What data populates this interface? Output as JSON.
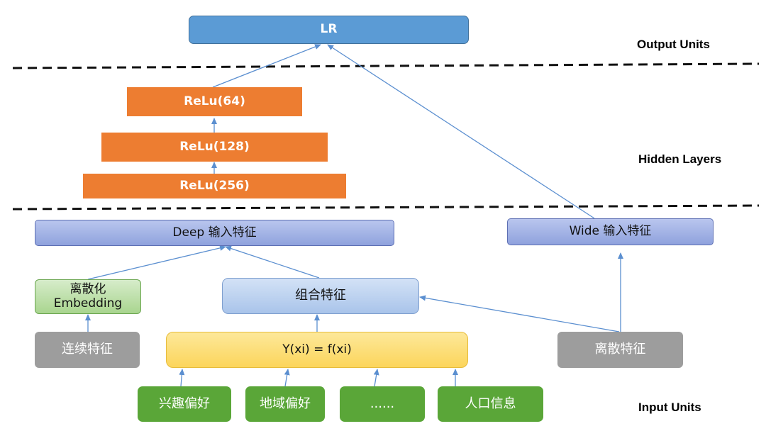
{
  "layers": {
    "output": "Output Units",
    "hidden": "Hidden Layers",
    "input": "Input Units"
  },
  "nodes": {
    "lr": "LR",
    "relu_64": "ReLu(64)",
    "relu_128": "ReLu(128)",
    "relu_256": "ReLu(256)",
    "deep_input": "Deep 输入特征",
    "wide_input": "Wide 输入特征",
    "embedding_line1": "离散化",
    "embedding_line2": "Embedding",
    "combined_features": "组合特征",
    "continuous_features": "连续特征",
    "function": "Y(xi) = f(xi)",
    "discrete_features": "离散特征",
    "interest_pref": "兴趣偏好",
    "region_pref": "地域偏好",
    "ellipsis": "......",
    "demographics": "人口信息"
  },
  "colors": {
    "arrow": "#5b8fd0",
    "orange": "#ed7d31",
    "blue": "#5b9bd5",
    "green": "#5aa638",
    "gray": "#9d9d9d",
    "yellow": "#fcd55b"
  }
}
